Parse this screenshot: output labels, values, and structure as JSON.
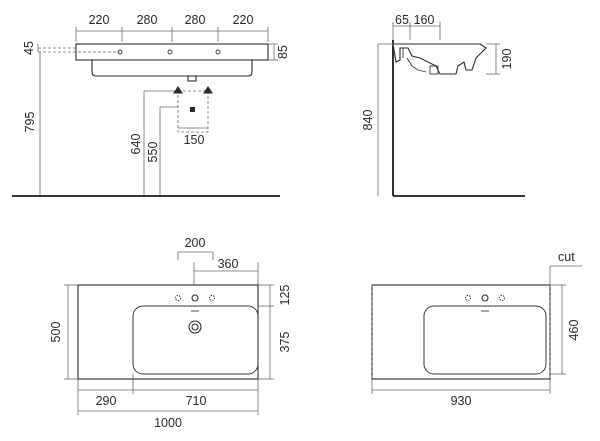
{
  "dimensions": {
    "front_top": [
      "220",
      "280",
      "280",
      "220"
    ],
    "front_left_top": "45",
    "front_right_top": "85",
    "front_height_795": "795",
    "front_height_640": "640",
    "front_height_550": "550",
    "front_drain_width": "150",
    "side_top_65": "65",
    "side_top_160": "160",
    "side_right_190": "190",
    "side_left_840": "840",
    "plan_200": "200",
    "plan_360": "360",
    "plan_right_125": "125",
    "plan_right_375": "375",
    "plan_left_500": "500",
    "plan_bottom_290": "290",
    "plan_bottom_710": "710",
    "plan_bottom_1000": "1000",
    "plan2_cut": "cut",
    "plan2_right_460": "460",
    "plan2_bottom_930": "930"
  },
  "colors": {
    "line": "#2b2b2b",
    "dimension": "#6b6b6b",
    "background": "#ffffff"
  }
}
